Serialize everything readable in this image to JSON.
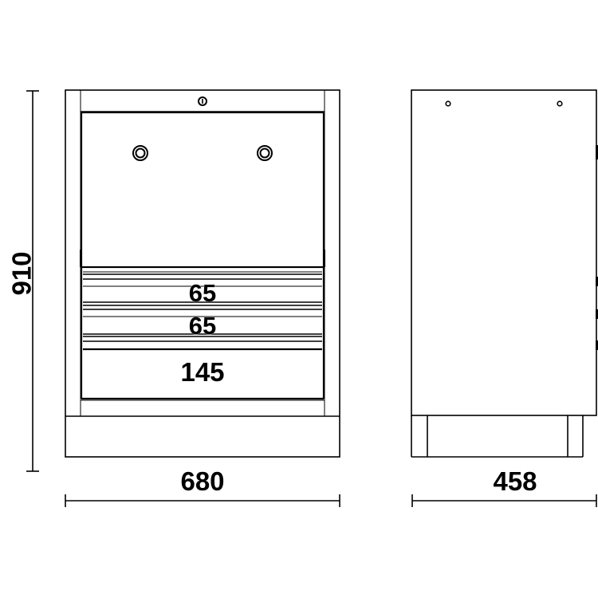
{
  "drawing": {
    "subject": "tool cabinet with door and drawers",
    "units": "mm",
    "colors": {
      "line": "#000000",
      "background": "#ffffff"
    }
  },
  "dimensions": {
    "height": "910",
    "front_width": "680",
    "side_depth": "458"
  },
  "drawers": [
    {
      "label": "65"
    },
    {
      "label": "65"
    },
    {
      "label": "145"
    }
  ],
  "views": {
    "front": {
      "name": "front-view"
    },
    "side": {
      "name": "side-view"
    }
  }
}
